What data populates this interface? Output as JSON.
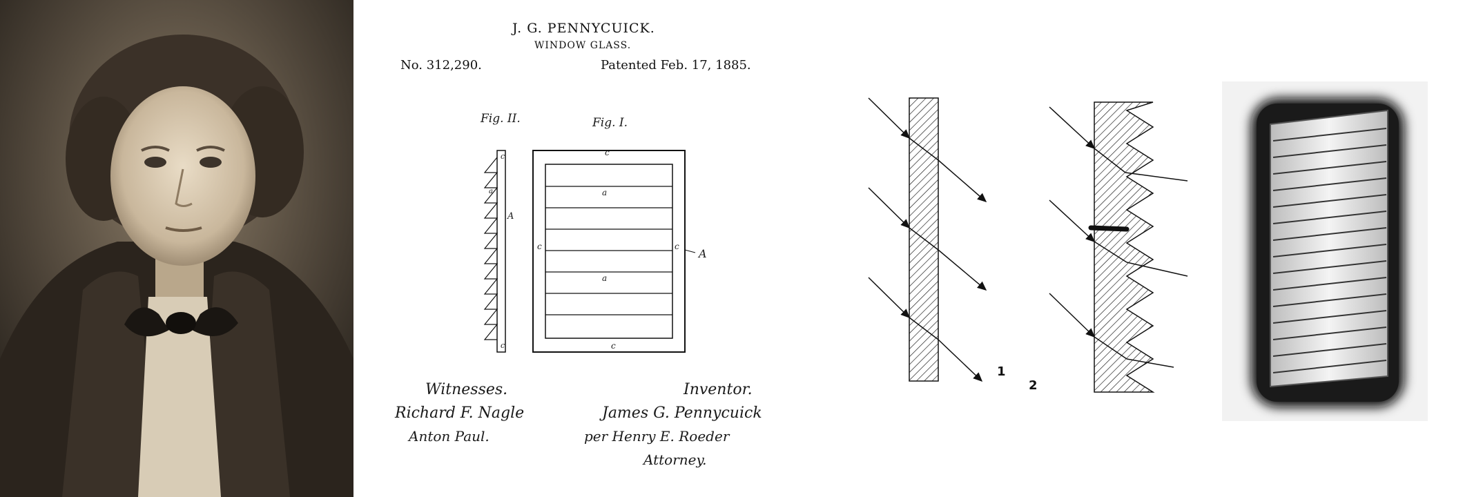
{
  "patent": {
    "inventor_name": "J. G. PENNYCUICK.",
    "title": "WINDOW GLASS.",
    "number": "No. 312,290.",
    "patented": "Patented Feb. 17, 1885.",
    "fig2_label": "Fig. II.",
    "fig1_label": "Fig. I.",
    "labels": {
      "a": "a",
      "c": "c",
      "A": "A"
    },
    "witnesses_heading": "Witnesses.",
    "witness_1": "Richard F. Nagle",
    "witness_2": "Anton Paul.",
    "inventor_heading": "Inventor.",
    "inventor_signature": "James G. Pennycuick",
    "attorney_line": "per Henry E. Roeder",
    "attorney": "Attorney."
  },
  "refraction": {
    "label_1": "1",
    "label_2": "2"
  },
  "colors": {
    "sepia_dark": "#2f2a24",
    "sepia_light": "#d9cdb8",
    "ink": "#111111"
  }
}
